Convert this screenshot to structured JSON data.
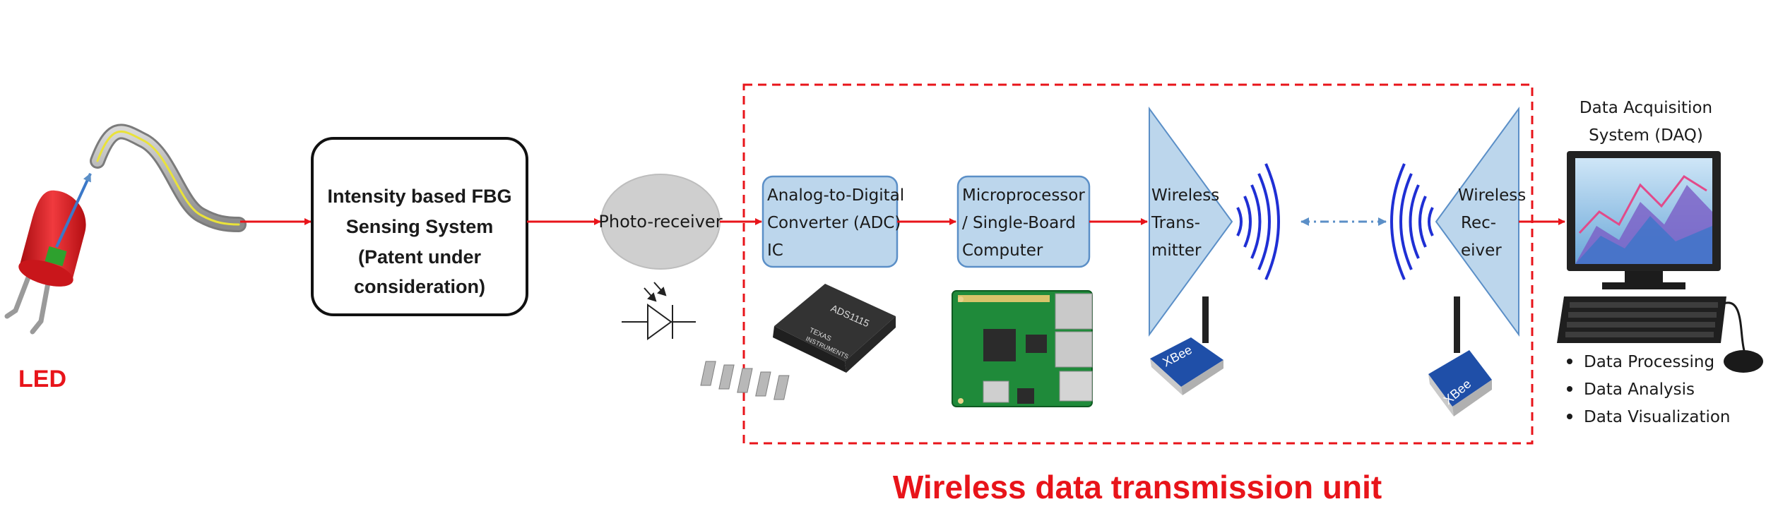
{
  "colors": {
    "arrow": "#e8141a",
    "dashed_border": "#e8141a",
    "title_red": "#e8141a",
    "led_red": "#e8141a",
    "box_fill": "#bcd6ec",
    "box_border": "#5b8fc7",
    "triangle_fill": "#bcd6ec",
    "wave_blue": "#1f2fd4",
    "dashdot_blue": "#5b8fc7",
    "receiver_ellipse": "#cfcfcf",
    "text_dark": "#1a1a1a"
  },
  "led": {
    "label": "LED"
  },
  "fbg_box": {
    "line1": "Intensity based FBG",
    "line2": "Sensing System",
    "line3": "(Patent under",
    "line4": "consideration)"
  },
  "photo_receiver": {
    "label": "Photo-receiver"
  },
  "adc_box": {
    "line1": "Analog-to-Digital",
    "line2": "Converter (ADC)",
    "line3": "IC",
    "chip_marking": "ADS1115",
    "chip_brand_1": "TEXAS",
    "chip_brand_2": "INSTRUMENTS"
  },
  "micro_box": {
    "line1": "Microprocessor",
    "line2": "/ Single-Board",
    "line3": "Computer"
  },
  "transmitter": {
    "line1": "Wireless",
    "line2": "Trans-",
    "line3": "mitter",
    "module_label": "XBee"
  },
  "receiver": {
    "line1": "Wireless",
    "line2": "Rec-",
    "line3": "eiver",
    "module_label": "XBee"
  },
  "daq": {
    "title_line1": "Data Acquisition",
    "title_line2": "System (DAQ)",
    "bullets": [
      "Data Processing",
      "Data Analysis",
      "Data Visualization"
    ]
  },
  "unit_title": "Wireless data transmission unit"
}
